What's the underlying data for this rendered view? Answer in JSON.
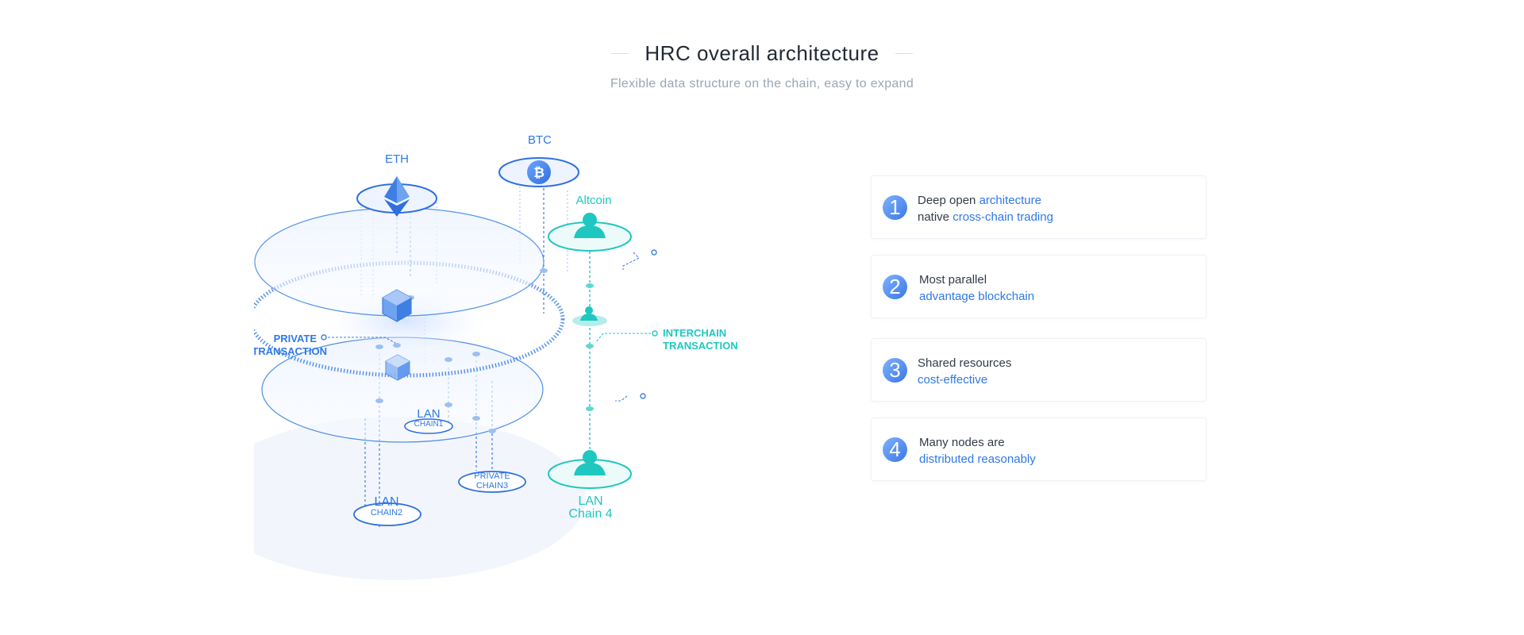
{
  "header": {
    "title": "HRC overall architecture",
    "subtitle": "Flexible data structure on the chain, easy to expand"
  },
  "diagram": {
    "eth": "ETH",
    "btc": "BTC",
    "altcoin": "Altcoin",
    "private_transaction": [
      "PRIVATE",
      "TRANSACTION"
    ],
    "interchain_transaction": [
      "INTERCHAIN",
      "TRANSACTION"
    ],
    "lan_chain1": [
      "LAN",
      "CHAIN1"
    ],
    "lan_chain2": [
      "LAN",
      "CHAIN2"
    ],
    "private_chain3": [
      "PRIVATE",
      "CHAIN3"
    ],
    "lan_chain4": [
      "LAN",
      "Chain 4"
    ]
  },
  "features": [
    {
      "num": "1",
      "line1_plain": "Deep open ",
      "line1_accent": "architecture",
      "line2_plain": "native ",
      "line2_accent": "cross-chain trading"
    },
    {
      "num": "2",
      "line1_plain": "Most parallel",
      "line1_accent": "",
      "line2_plain": "",
      "line2_accent": "advantage blockchain"
    },
    {
      "num": "3",
      "line1_plain": "Shared resources",
      "line1_accent": "",
      "line2_plain": "",
      "line2_accent": "cost-effective"
    },
    {
      "num": "4",
      "line1_plain": "Many nodes are",
      "line1_accent": "",
      "line2_plain": "",
      "line2_accent": "distributed reasonably"
    }
  ],
  "colors": {
    "blue": "#2f79e8",
    "teal": "#1ec8c0",
    "title": "#222a36",
    "subtitle": "#9aa6b6"
  }
}
